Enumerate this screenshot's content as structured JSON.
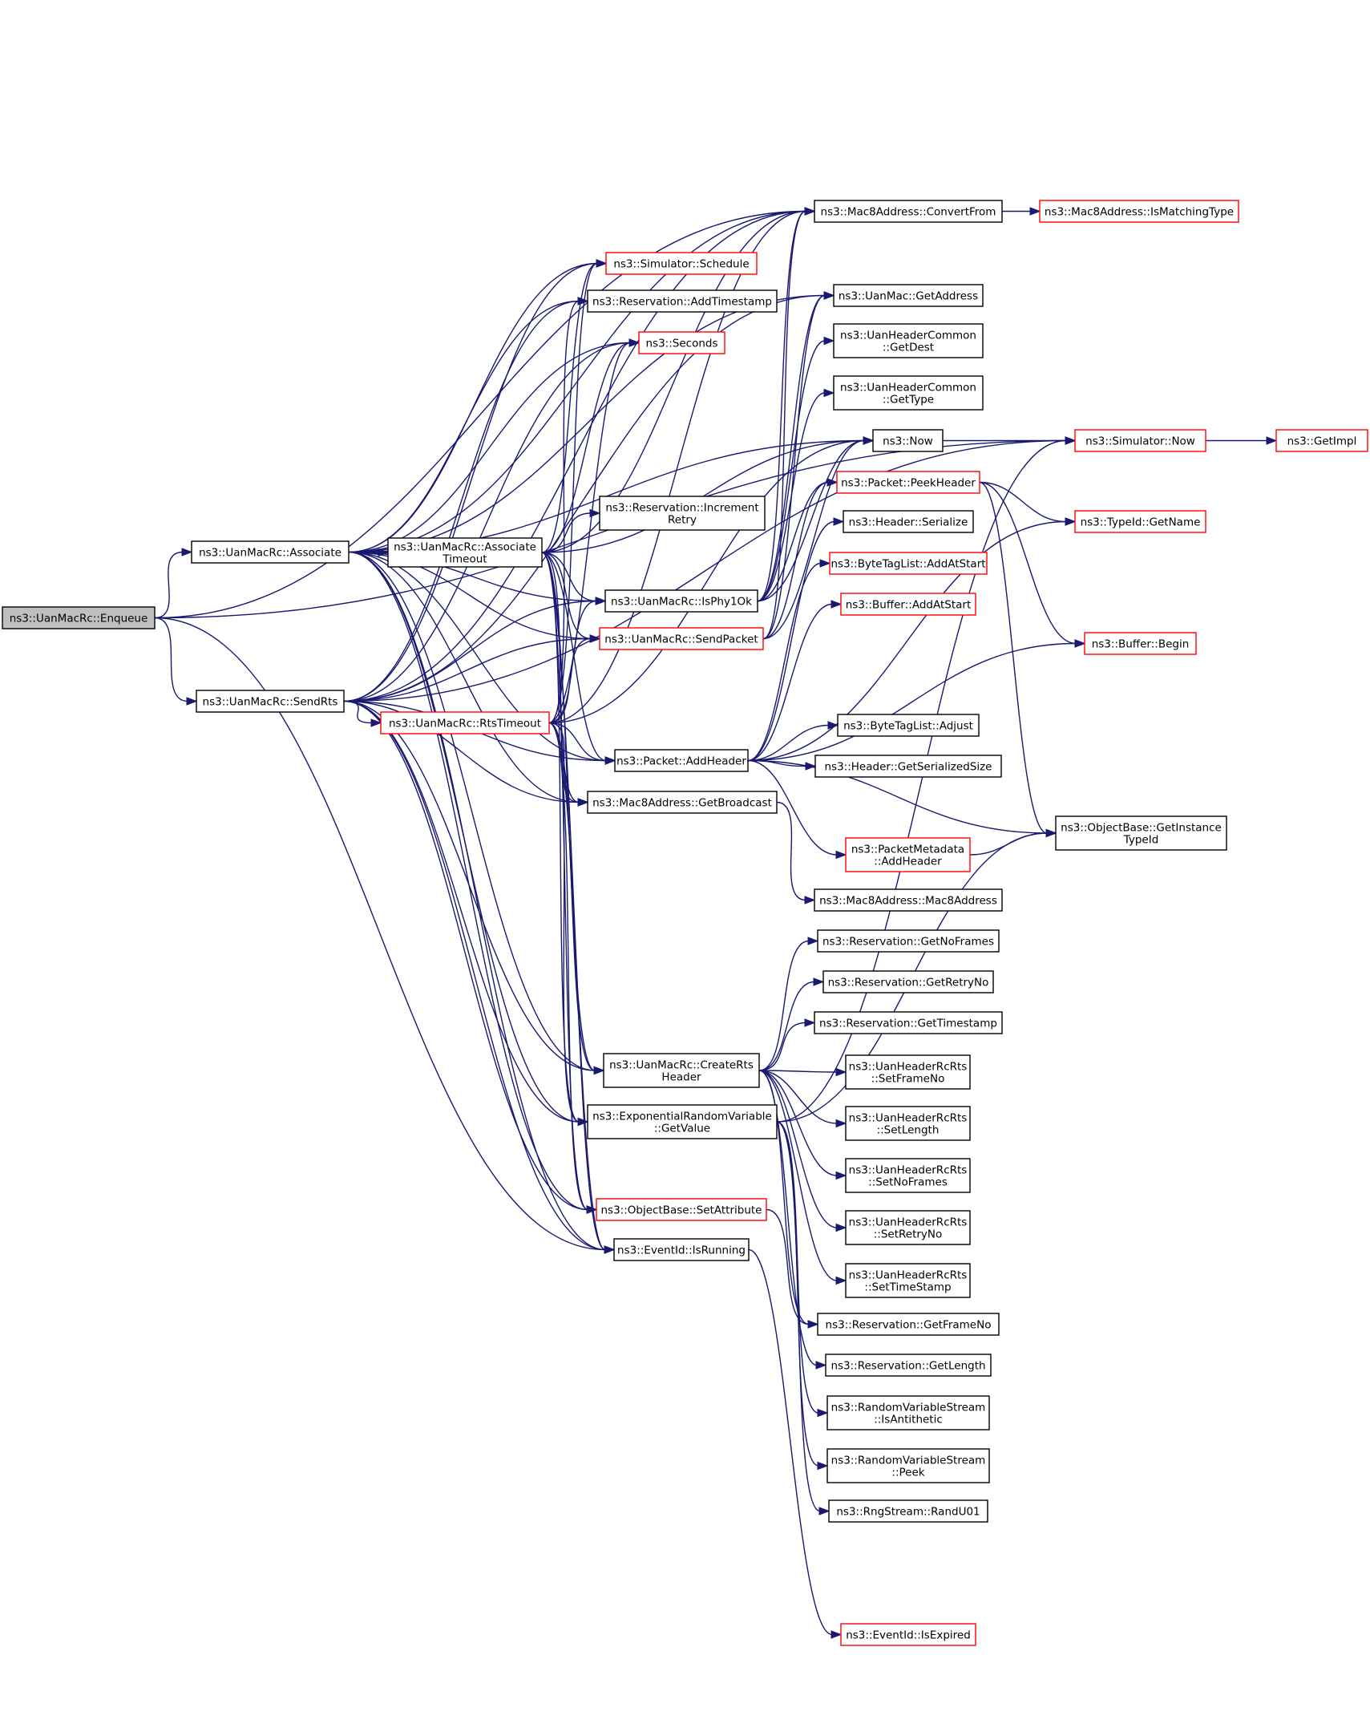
{
  "nodes": {
    "enqueue": {
      "lines": [
        "ns3::UanMacRc::Enqueue"
      ],
      "style": "root"
    },
    "associate": {
      "lines": [
        "ns3::UanMacRc::Associate"
      ],
      "style": "normal"
    },
    "sendrts": {
      "lines": [
        "ns3::UanMacRc::SendRts"
      ],
      "style": "normal"
    },
    "assoctimeout": {
      "lines": [
        "ns3::UanMacRc::Associate",
        "Timeout"
      ],
      "style": "normal"
    },
    "rtstimeout": {
      "lines": [
        "ns3::UanMacRc::RtsTimeout"
      ],
      "style": "red"
    },
    "convertfrom": {
      "lines": [
        "ns3::Mac8Address::ConvertFrom"
      ],
      "style": "normal"
    },
    "ismatchingtype": {
      "lines": [
        "ns3::Mac8Address::IsMatchingType"
      ],
      "style": "red"
    },
    "schedule": {
      "lines": [
        "ns3::Simulator::Schedule"
      ],
      "style": "red"
    },
    "addtimestamp": {
      "lines": [
        "ns3::Reservation::AddTimestamp"
      ],
      "style": "normal"
    },
    "seconds": {
      "lines": [
        "ns3::Seconds"
      ],
      "style": "red"
    },
    "getaddress": {
      "lines": [
        "ns3::UanMac::GetAddress"
      ],
      "style": "normal"
    },
    "getdest": {
      "lines": [
        "ns3::UanHeaderCommon",
        "::GetDest"
      ],
      "style": "normal"
    },
    "gettype": {
      "lines": [
        "ns3::UanHeaderCommon",
        "::GetType"
      ],
      "style": "normal"
    },
    "now": {
      "lines": [
        "ns3::Now"
      ],
      "style": "normal"
    },
    "simnow": {
      "lines": [
        "ns3::Simulator::Now"
      ],
      "style": "red"
    },
    "getimpl": {
      "lines": [
        "ns3::GetImpl"
      ],
      "style": "red"
    },
    "peekheader": {
      "lines": [
        "ns3::Packet::PeekHeader"
      ],
      "style": "red"
    },
    "incretry": {
      "lines": [
        "ns3::Reservation::Increment",
        "Retry"
      ],
      "style": "normal"
    },
    "serialize": {
      "lines": [
        "ns3::Header::Serialize"
      ],
      "style": "normal"
    },
    "getname": {
      "lines": [
        "ns3::TypeId::GetName"
      ],
      "style": "red"
    },
    "btladdatstart": {
      "lines": [
        "ns3::ByteTagList::AddAtStart"
      ],
      "style": "red"
    },
    "isphy1ok": {
      "lines": [
        "ns3::UanMacRc::IsPhy1Ok"
      ],
      "style": "normal"
    },
    "bufaddatstart": {
      "lines": [
        "ns3::Buffer::AddAtStart"
      ],
      "style": "red"
    },
    "sendpacket": {
      "lines": [
        "ns3::UanMacRc::SendPacket"
      ],
      "style": "red"
    },
    "bufbegin": {
      "lines": [
        "ns3::Buffer::Begin"
      ],
      "style": "red"
    },
    "adjust": {
      "lines": [
        "ns3::ByteTagList::Adjust"
      ],
      "style": "normal"
    },
    "addheader": {
      "lines": [
        "ns3::Packet::AddHeader"
      ],
      "style": "normal"
    },
    "getserializedsize": {
      "lines": [
        "ns3::Header::GetSerializedSize"
      ],
      "style": "normal"
    },
    "getbroadcast": {
      "lines": [
        "ns3::Mac8Address::GetBroadcast"
      ],
      "style": "normal"
    },
    "getinstancetypeid": {
      "lines": [
        "ns3::ObjectBase::GetInstance",
        "TypeId"
      ],
      "style": "normal"
    },
    "pmaddheader": {
      "lines": [
        "ns3::PacketMetadata",
        "::AddHeader"
      ],
      "style": "red"
    },
    "mac8address": {
      "lines": [
        "ns3::Mac8Address::Mac8Address"
      ],
      "style": "normal"
    },
    "getnoframes": {
      "lines": [
        "ns3::Reservation::GetNoFrames"
      ],
      "style": "normal"
    },
    "getretryno": {
      "lines": [
        "ns3::Reservation::GetRetryNo"
      ],
      "style": "normal"
    },
    "gettimestamp": {
      "lines": [
        "ns3::Reservation::GetTimestamp"
      ],
      "style": "normal"
    },
    "creatrts": {
      "lines": [
        "ns3::UanMacRc::CreateRts",
        "Header"
      ],
      "style": "normal"
    },
    "setframeno": {
      "lines": [
        "ns3::UanHeaderRcRts",
        "::SetFrameNo"
      ],
      "style": "normal"
    },
    "setlength": {
      "lines": [
        "ns3::UanHeaderRcRts",
        "::SetLength"
      ],
      "style": "normal"
    },
    "getvalue": {
      "lines": [
        "ns3::ExponentialRandomVariable",
        "::GetValue"
      ],
      "style": "normal"
    },
    "setnoframes": {
      "lines": [
        "ns3::UanHeaderRcRts",
        "::SetNoFrames"
      ],
      "style": "normal"
    },
    "setattribute": {
      "lines": [
        "ns3::ObjectBase::SetAttribute"
      ],
      "style": "red"
    },
    "setretryno": {
      "lines": [
        "ns3::UanHeaderRcRts",
        "::SetRetryNo"
      ],
      "style": "normal"
    },
    "isrunning": {
      "lines": [
        "ns3::EventId::IsRunning"
      ],
      "style": "normal"
    },
    "settimestamp": {
      "lines": [
        "ns3::UanHeaderRcRts",
        "::SetTimeStamp"
      ],
      "style": "normal"
    },
    "getframeno": {
      "lines": [
        "ns3::Reservation::GetFrameNo"
      ],
      "style": "normal"
    },
    "getlength": {
      "lines": [
        "ns3::Reservation::GetLength"
      ],
      "style": "normal"
    },
    "isantithetic": {
      "lines": [
        "ns3::RandomVariableStream",
        "::IsAntithetic"
      ],
      "style": "normal"
    },
    "peek": {
      "lines": [
        "ns3::RandomVariableStream",
        "::Peek"
      ],
      "style": "normal"
    },
    "randu01": {
      "lines": [
        "ns3::RngStream::RandU01"
      ],
      "style": "normal"
    },
    "isexpired": {
      "lines": [
        "ns3::EventId::IsExpired"
      ],
      "style": "red"
    }
  },
  "edges": [
    [
      "enqueue",
      "associate"
    ],
    [
      "enqueue",
      "sendrts"
    ],
    [
      "enqueue",
      "convertfrom"
    ],
    [
      "enqueue",
      "simnow"
    ],
    [
      "enqueue",
      "isrunning"
    ],
    [
      "associate",
      "assoctimeout"
    ],
    [
      "associate",
      "convertfrom"
    ],
    [
      "associate",
      "schedule"
    ],
    [
      "associate",
      "addtimestamp"
    ],
    [
      "associate",
      "seconds"
    ],
    [
      "associate",
      "getaddress"
    ],
    [
      "associate",
      "now"
    ],
    [
      "associate",
      "isphy1ok"
    ],
    [
      "associate",
      "sendpacket"
    ],
    [
      "associate",
      "addheader"
    ],
    [
      "associate",
      "getbroadcast"
    ],
    [
      "associate",
      "creatrts"
    ],
    [
      "associate",
      "getvalue"
    ],
    [
      "associate",
      "setattribute"
    ],
    [
      "associate",
      "isrunning"
    ],
    [
      "sendrts",
      "rtstimeout"
    ],
    [
      "sendrts",
      "convertfrom"
    ],
    [
      "sendrts",
      "schedule"
    ],
    [
      "sendrts",
      "addtimestamp"
    ],
    [
      "sendrts",
      "seconds"
    ],
    [
      "sendrts",
      "getaddress"
    ],
    [
      "sendrts",
      "isphy1ok"
    ],
    [
      "sendrts",
      "sendpacket"
    ],
    [
      "sendrts",
      "addheader"
    ],
    [
      "sendrts",
      "getbroadcast"
    ],
    [
      "sendrts",
      "creatrts"
    ],
    [
      "sendrts",
      "getvalue"
    ],
    [
      "sendrts",
      "setattribute"
    ],
    [
      "sendrts",
      "isrunning"
    ],
    [
      "sendrts",
      "simnow"
    ],
    [
      "assoctimeout",
      "incretry"
    ],
    [
      "assoctimeout",
      "schedule"
    ],
    [
      "assoctimeout",
      "seconds"
    ],
    [
      "assoctimeout",
      "isphy1ok"
    ],
    [
      "assoctimeout",
      "sendpacket"
    ],
    [
      "assoctimeout",
      "addheader"
    ],
    [
      "assoctimeout",
      "getbroadcast"
    ],
    [
      "assoctimeout",
      "creatrts"
    ],
    [
      "assoctimeout",
      "getvalue"
    ],
    [
      "assoctimeout",
      "setattribute"
    ],
    [
      "assoctimeout",
      "isrunning"
    ],
    [
      "assoctimeout",
      "convertfrom"
    ],
    [
      "assoctimeout",
      "now"
    ],
    [
      "rtstimeout",
      "schedule"
    ],
    [
      "rtstimeout",
      "seconds"
    ],
    [
      "rtstimeout",
      "isphy1ok"
    ],
    [
      "rtstimeout",
      "sendpacket"
    ],
    [
      "rtstimeout",
      "addheader"
    ],
    [
      "rtstimeout",
      "getbroadcast"
    ],
    [
      "rtstimeout",
      "creatrts"
    ],
    [
      "rtstimeout",
      "getvalue"
    ],
    [
      "rtstimeout",
      "setattribute"
    ],
    [
      "rtstimeout",
      "isrunning"
    ],
    [
      "rtstimeout",
      "convertfrom"
    ],
    [
      "rtstimeout",
      "now"
    ],
    [
      "rtstimeout",
      "addtimestamp"
    ],
    [
      "convertfrom",
      "ismatchingtype"
    ],
    [
      "now",
      "simnow"
    ],
    [
      "simnow",
      "getimpl"
    ],
    [
      "isphy1ok",
      "getaddress"
    ],
    [
      "isphy1ok",
      "getdest"
    ],
    [
      "isphy1ok",
      "gettype"
    ],
    [
      "isphy1ok",
      "peekheader"
    ],
    [
      "isphy1ok",
      "convertfrom"
    ],
    [
      "isphy1ok",
      "now"
    ],
    [
      "sendpacket",
      "convertfrom"
    ],
    [
      "sendpacket",
      "getaddress"
    ],
    [
      "sendpacket",
      "now"
    ],
    [
      "sendpacket",
      "peekheader"
    ],
    [
      "peekheader",
      "getname"
    ],
    [
      "peekheader",
      "bufbegin"
    ],
    [
      "peekheader",
      "getinstancetypeid"
    ],
    [
      "addheader",
      "serialize"
    ],
    [
      "addheader",
      "btladdatstart"
    ],
    [
      "addheader",
      "bufaddatstart"
    ],
    [
      "addheader",
      "bufbegin"
    ],
    [
      "addheader",
      "adjust"
    ],
    [
      "addheader",
      "getserializedsize"
    ],
    [
      "addheader",
      "getinstancetypeid"
    ],
    [
      "addheader",
      "pmaddheader"
    ],
    [
      "addheader",
      "getname"
    ],
    [
      "pmaddheader",
      "getinstancetypeid"
    ],
    [
      "getbroadcast",
      "mac8address"
    ],
    [
      "creatrts",
      "getnoframes"
    ],
    [
      "creatrts",
      "getretryno"
    ],
    [
      "creatrts",
      "gettimestamp"
    ],
    [
      "creatrts",
      "setframeno"
    ],
    [
      "creatrts",
      "setlength"
    ],
    [
      "creatrts",
      "setnoframes"
    ],
    [
      "creatrts",
      "setretryno"
    ],
    [
      "creatrts",
      "settimestamp"
    ],
    [
      "creatrts",
      "getframeno"
    ],
    [
      "creatrts",
      "getlength"
    ],
    [
      "getvalue",
      "isantithetic"
    ],
    [
      "getvalue",
      "peek"
    ],
    [
      "getvalue",
      "randu01"
    ],
    [
      "getvalue",
      "simnow"
    ],
    [
      "getvalue",
      "getinstancetypeid"
    ],
    [
      "setattribute",
      "getframeno"
    ],
    [
      "isrunning",
      "isexpired"
    ]
  ]
}
